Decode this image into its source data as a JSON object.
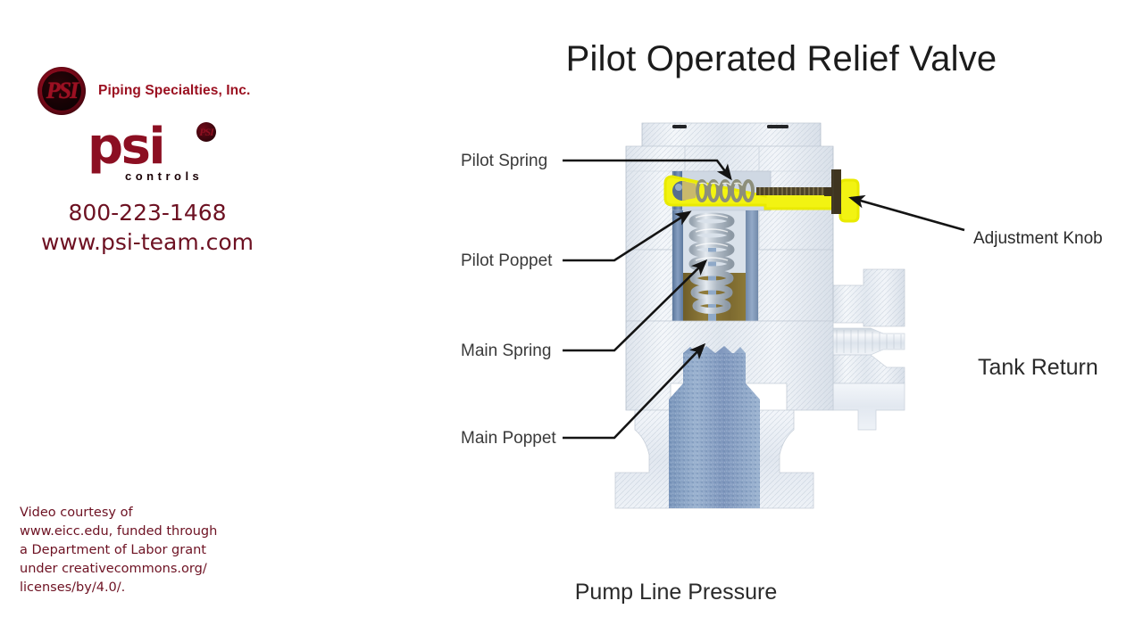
{
  "brand": {
    "seal_monogram": "PSI",
    "seal_icon": "psi-circular-seal-icon",
    "company_name": "Piping Specialties, Inc.",
    "controls_wordmark": "psi",
    "controls_subword": "controls",
    "controls_dot_icon": "psi-seal-small-icon",
    "phone": "800-223-1468",
    "website": "www.psi-team.com",
    "brand_color": "#8c0f22",
    "text_color": "#6d1122",
    "credit_lines": [
      "Video courtesy of",
      "www.eicc.edu, funded through",
      "a Department of Labor grant",
      "under creativecommons.org/",
      "licenses/by/4.0/."
    ]
  },
  "diagram": {
    "title": "Pilot Operated Relief Valve",
    "bottom_caption": "Pump Line Pressure",
    "left_labels": [
      {
        "id": "pilot-spring",
        "label": "Pilot Spring"
      },
      {
        "id": "pilot-poppet",
        "label": "Pilot Poppet"
      },
      {
        "id": "main-spring",
        "label": "Main Spring"
      },
      {
        "id": "main-poppet",
        "label": "Main Poppet"
      }
    ],
    "right_labels": [
      {
        "id": "adjustment-knob",
        "label": "Adjustment Knob"
      },
      {
        "id": "tank-return",
        "label": "Tank Return"
      }
    ],
    "colors": {
      "highlight": "#f2f312",
      "body_metal": "#e8ecf2",
      "fluid_blue": "#7e9dc4",
      "poppet_brass": "#8a7536",
      "spring_steel": "#b9c3cd",
      "leader_line": "#141414",
      "title_text": "#1c1c1c",
      "label_text": "#3a3a3a"
    },
    "callouts": {
      "highlighted_part": "pilot-spring-assembly",
      "highlight_note": "yellow outline around pilot spring, poppet and adjustment screw"
    }
  }
}
